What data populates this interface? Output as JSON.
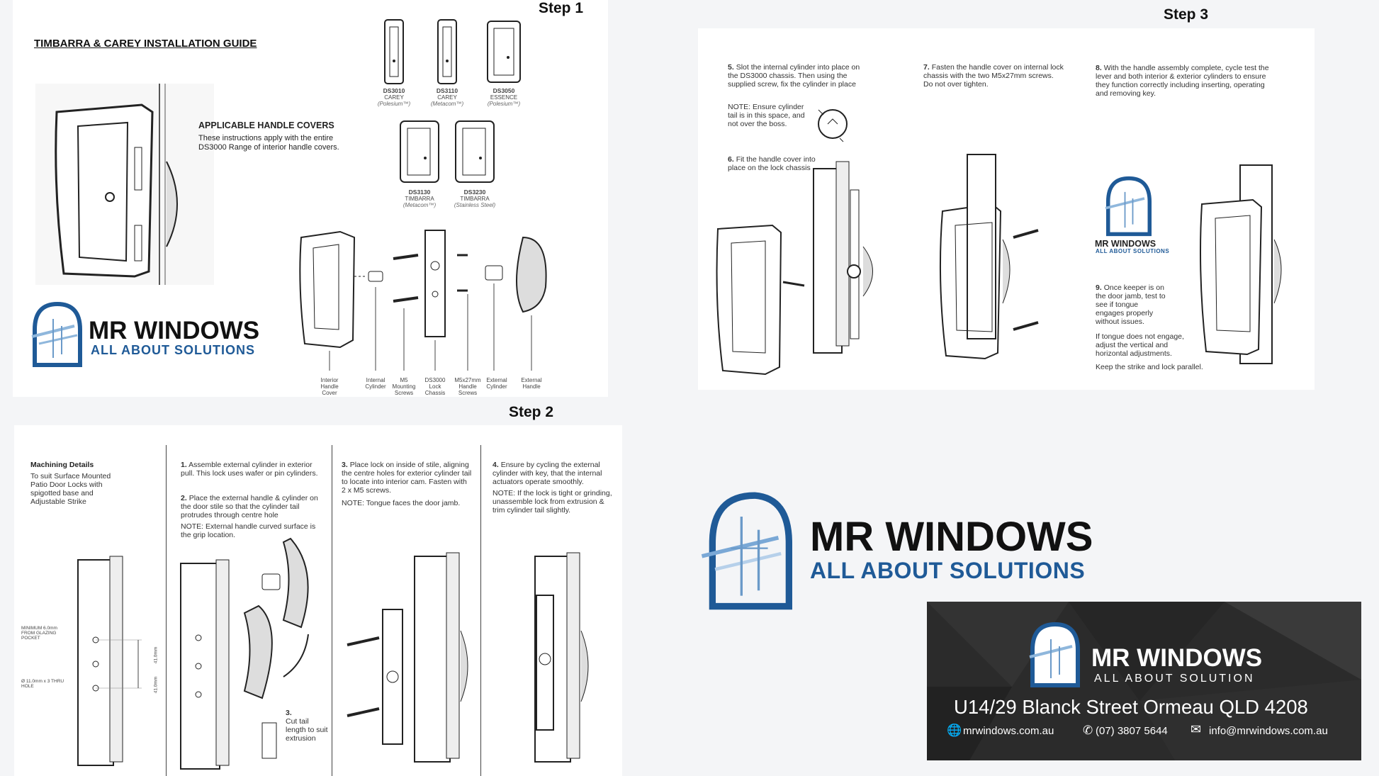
{
  "guide_title": "TIMBARRA & CAREY INSTALLATION GUIDE",
  "step1": {
    "title": "Step 1",
    "covers_heading": "APPLICABLE HANDLE COVERS",
    "covers_text": "These instructions apply with the entire DS3000 Range of interior handle covers.",
    "products": [
      {
        "code": "DS3010",
        "name": "CAREY",
        "material": "(Polesium™)"
      },
      {
        "code": "DS3110",
        "name": "CAREY",
        "material": "(Metacom™)"
      },
      {
        "code": "DS3050",
        "name": "ESSENCE",
        "material": "(Polesium™)"
      },
      {
        "code": "DS3130",
        "name": "TIMBARRA",
        "material": "(Metacom™)"
      },
      {
        "code": "DS3230",
        "name": "TIMBARRA",
        "material": "(Stainless Steel)"
      }
    ],
    "parts": [
      "Interior Handle Cover",
      "Internal Cylinder",
      "M5 Mounting Screws",
      "DS3000 Lock Chassis",
      "M5x27mm Handle Screws",
      "External Cylinder",
      "External Handle"
    ]
  },
  "step2": {
    "title": "Step 2",
    "machining_heading": "Machining Details",
    "machining_text": "To suit Surface Mounted Patio Door Locks with spigotted base and Adjustable Strike",
    "dim_min": "MINIMUM 6.0mm FROM GLAZING POCKET",
    "dim_hole": "Ø 11.0mm x 3 THRU HOLE",
    "dim_41a": "41.0mm",
    "dim_41b": "41.0mm",
    "s1_num": "1.",
    "s1": "Assemble external cylinder in exterior pull. This lock uses wafer or pin cylinders.",
    "s2_num": "2.",
    "s2": "Place the external handle & cylinder on the door stile so that the cylinder tail protrudes through centre hole",
    "s2_note": "NOTE: External handle curved surface is the grip location.",
    "s3_num": "3.",
    "s3": "Cut tail length to suit extrusion",
    "c3_num": "3.",
    "c3": "Place lock on inside of stile, aligning the centre holes for exterior cylinder tail to locate into interior cam. Fasten with 2 x M5 screws.",
    "c3_note": "NOTE: Tongue faces the door jamb.",
    "c4_num": "4.",
    "c4": "Ensure by cycling the external cylinder with key, that the internal actuators operate smoothly.",
    "c4_note": "NOTE: If the lock is tight or grinding, unassemble lock from extrusion & trim cylinder tail slightly."
  },
  "step3": {
    "title": "Step 3",
    "s5_num": "5.",
    "s5": "Slot the internal cylinder into place on the DS3000 chassis. Then using the supplied screw, fix the cylinder in place",
    "s5_note": "NOTE: Ensure cylinder tail is in this space, and not over the boss.",
    "s6_num": "6.",
    "s6": "Fit the handle cover into place on the lock chassis",
    "s7_num": "7.",
    "s7": "Fasten the handle cover on internal lock chassis with the two M5x27mm screws. Do not over tighten.",
    "s8_num": "8.",
    "s8": "With the handle assembly complete, cycle test the lever and both interior & exterior cylinders to ensure they function correctly including inserting, operating and removing key.",
    "s9_num": "9.",
    "s9": "Once keeper is on the door jamb, test to see if tongue engages properly without issues.",
    "s9_b": "If tongue does not engage, adjust the vertical and horizontal adjustments.",
    "s9_c": "Keep the strike and lock parallel."
  },
  "brand": {
    "name": "MR WINDOWS",
    "tagline": "ALL ABOUT SOLUTIONS",
    "card_tagline": "ALL ABOUT SOLUTION",
    "address": "U14/29 Blanck Street Ormeau QLD 4208",
    "website": "mrwindows.com.au",
    "phone": "(07) 3807 5644",
    "email": "info@mrwindows.com.au",
    "brand_blue": "#1f5a97"
  }
}
